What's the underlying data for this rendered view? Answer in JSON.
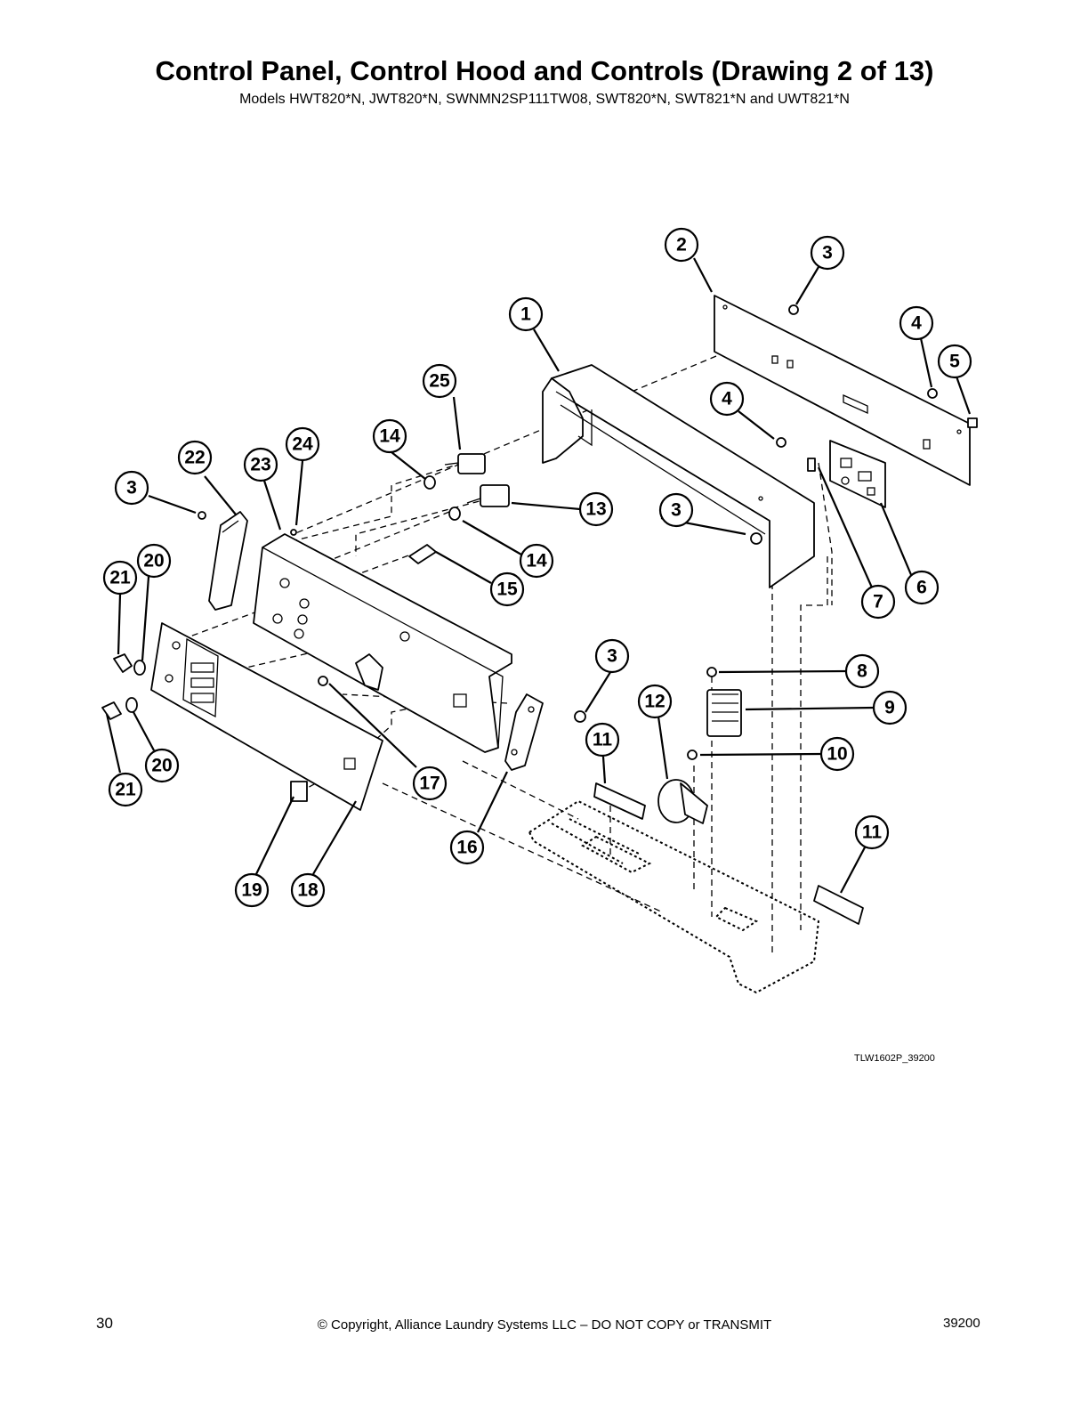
{
  "header": {
    "title": "Control Panel, Control Hood and Controls (Drawing 2 of 13)",
    "subtitle": "Models HWT820*N, JWT820*N, SWNMN2SP111TW08, SWT820*N, SWT821*N and UWT821*N"
  },
  "diagram": {
    "reference": "TLW1602P_39200",
    "callouts": [
      "1",
      "2",
      "3",
      "3",
      "3",
      "3",
      "4",
      "4",
      "5",
      "6",
      "7",
      "8",
      "9",
      "10",
      "11",
      "11",
      "12",
      "13",
      "14",
      "14",
      "15",
      "16",
      "17",
      "18",
      "19",
      "20",
      "20",
      "21",
      "21",
      "22",
      "23",
      "24",
      "25"
    ]
  },
  "footer": {
    "page_number": "30",
    "copyright": "© Copyright, Alliance Laundry Systems LLC – DO NOT COPY or TRANSMIT",
    "doc_number": "39200"
  }
}
